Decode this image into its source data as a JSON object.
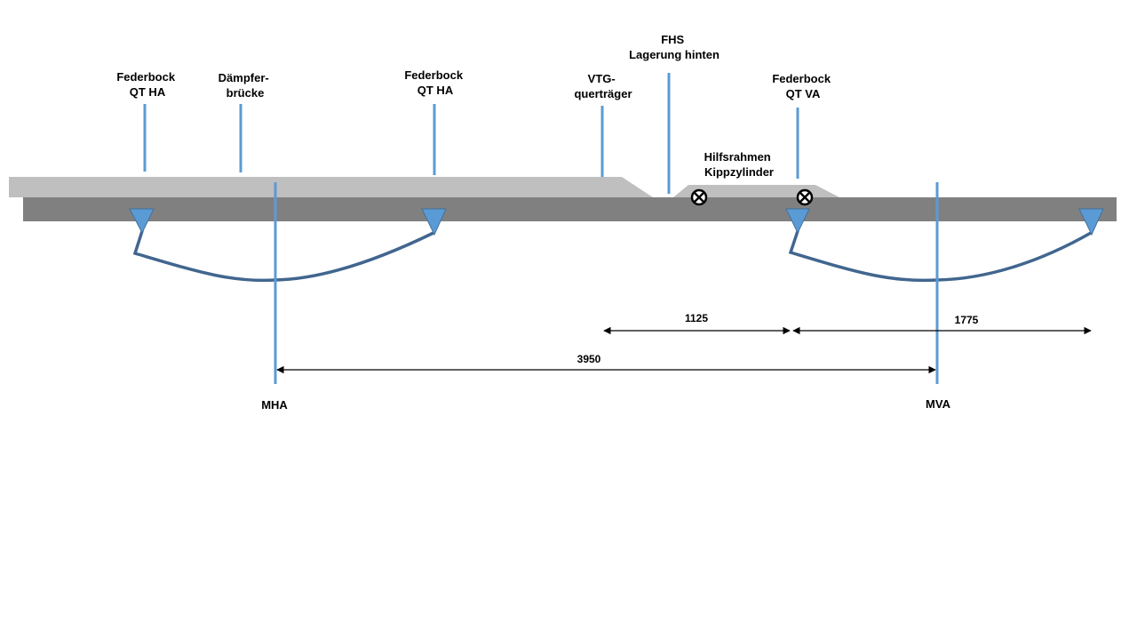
{
  "colors": {
    "frame": "#bfbfbf",
    "chassis": "#808080",
    "marker_line": "#5b9bd5",
    "spring": "#41668f",
    "support": "#5b9bd5",
    "text": "#000000"
  },
  "labels": {
    "federbock_qt_ha_1": [
      "Federbock",
      "QT HA"
    ],
    "daempferbruecke": [
      "Dämpfer-",
      "brücke"
    ],
    "federbock_qt_ha_2": [
      "Federbock",
      "QT HA"
    ],
    "vtg_quertraeger": [
      "VTG-",
      "querträger"
    ],
    "fhs_lagerung": [
      "FHS",
      "Lagerung hinten"
    ],
    "hilfsrahmen_kippzylinder": [
      "Hilfsrahmen",
      "Kippzylinder"
    ],
    "federbock_qt_va": [
      "Federbock",
      "QT VA"
    ]
  },
  "axes": {
    "mha": "MHA",
    "mva": "MVA"
  },
  "dimensions": {
    "d1125": "1125",
    "d1775": "1775",
    "d3950": "3950"
  }
}
